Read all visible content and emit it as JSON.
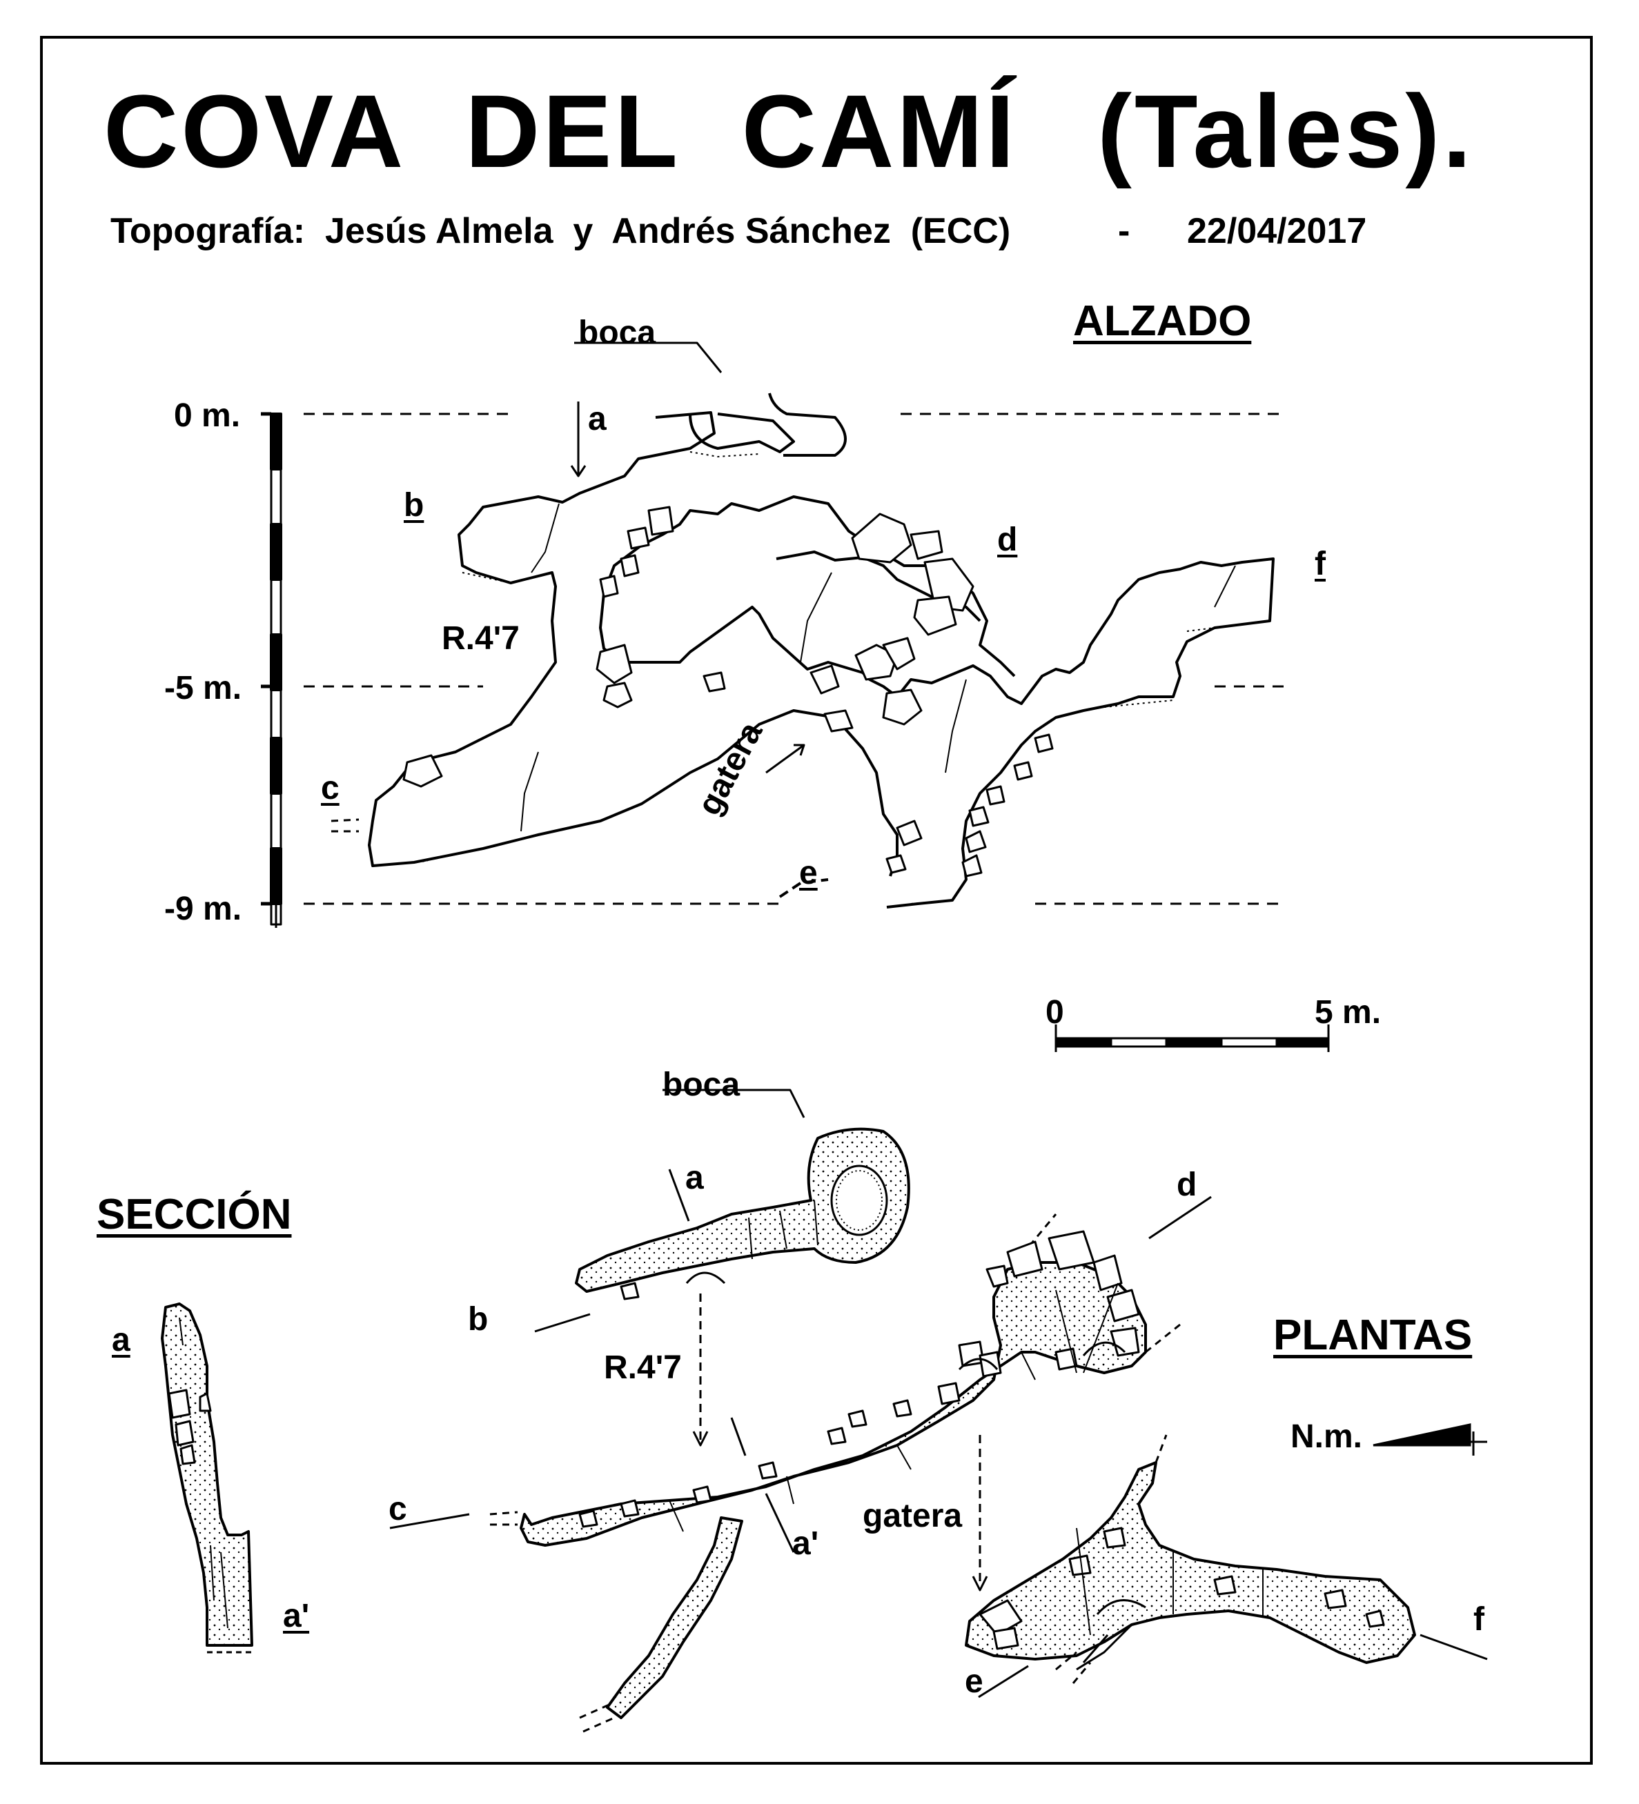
{
  "title": {
    "main": "COVA  DEL  CAMÍ",
    "locality": "(Tales)."
  },
  "credits": {
    "text": "Topografía:  Jesús Almela  y  Andrés Sánchez  (ECC)",
    "dash": "-",
    "date": "22/04/2017"
  },
  "elevation": {
    "heading": "ALZADO",
    "depth_labels": [
      "0 m.",
      "-5 m.",
      "-9 m."
    ],
    "entrance": "boca",
    "pitch": "R.4'7",
    "crawl": "gatera",
    "points": {
      "a": "a",
      "b": "b",
      "c": "c",
      "d": "d",
      "e": "e",
      "f": "f"
    }
  },
  "scale": {
    "start": "0",
    "end": "5 m."
  },
  "section": {
    "heading": "SECCIÓN",
    "top": "a",
    "bottom": "a'"
  },
  "plan": {
    "heading": "PLANTAS",
    "entrance": "boca",
    "pitch": "R.4'7",
    "crawl": "gatera",
    "north": "N.m.",
    "points": {
      "a": "a",
      "a2": "a'",
      "b": "b",
      "c": "c",
      "d": "d",
      "e": "e",
      "f": "f"
    }
  }
}
